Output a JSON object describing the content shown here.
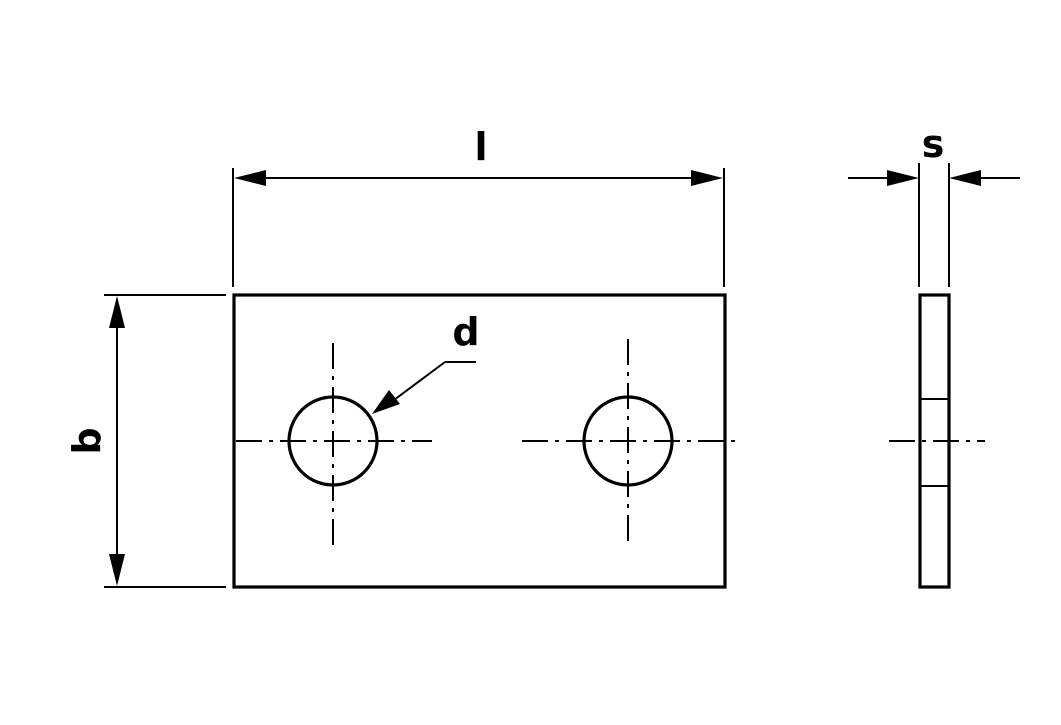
{
  "labels": {
    "length": "l",
    "width": "b",
    "hole_diameter": "d",
    "thickness": "s"
  },
  "colors": {
    "line": "#000000",
    "background": "#ffffff"
  }
}
